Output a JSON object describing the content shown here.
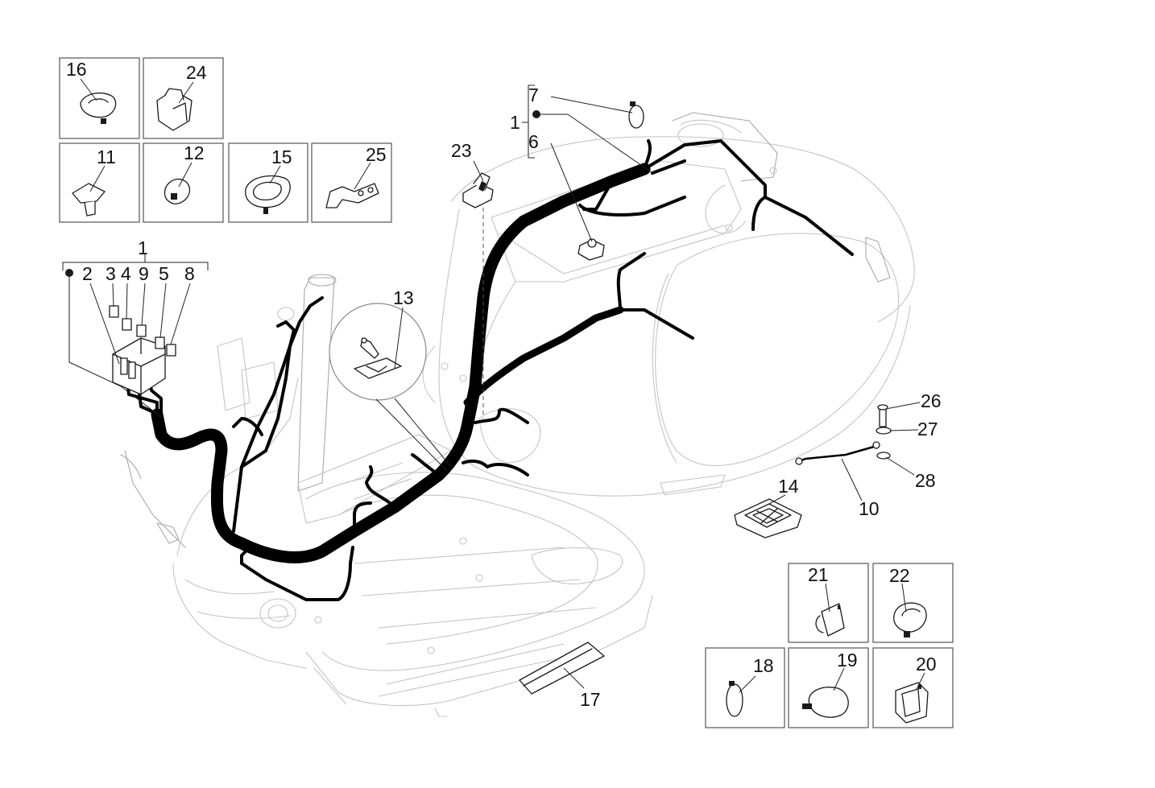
{
  "diagram": {
    "callouts": {
      "c1_top": "1",
      "c1_left": "1",
      "c2": "2",
      "c3": "3",
      "c4": "4",
      "c5": "5",
      "c6": "6",
      "c7": "7",
      "c8": "8",
      "c9": "9",
      "c10": "10",
      "c11": "11",
      "c12": "12",
      "c13": "13",
      "c14": "14",
      "c15": "15",
      "c16": "16",
      "c17": "17",
      "c18": "18",
      "c19": "19",
      "c20": "20",
      "c21": "21",
      "c22": "22",
      "c23": "23",
      "c24": "24",
      "c25": "25",
      "c26": "26",
      "c27": "27",
      "c28": "28"
    },
    "colors": {
      "harness": "#000000",
      "outline": "#c4c4c4",
      "box_border": "#555555"
    }
  }
}
